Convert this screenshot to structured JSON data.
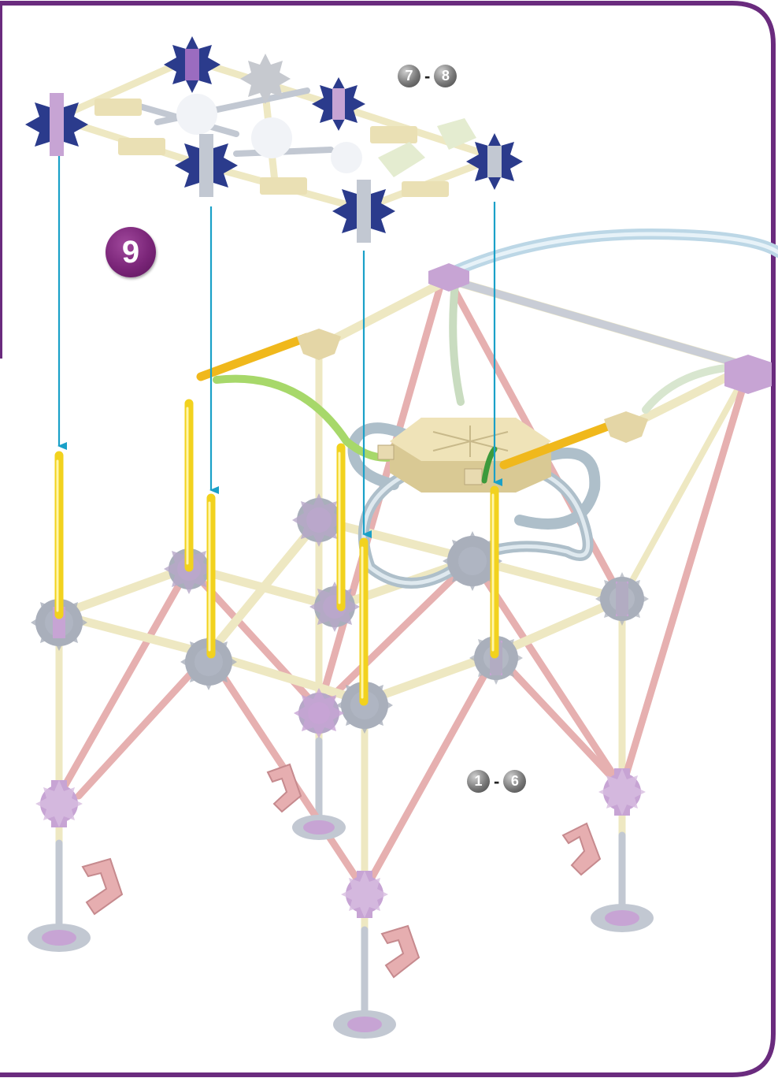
{
  "step": {
    "number": "9"
  },
  "ref_top": {
    "from": "7",
    "to": "8",
    "separator": "-"
  },
  "ref_bottom": {
    "from": "1",
    "to": "6",
    "separator": "-"
  },
  "colors": {
    "frame": "#6a2b7e",
    "step_badge": "#7a2578",
    "arrow": "#1aa0c8",
    "rod_yellow": "#f2d21e",
    "rod_cream": "#eee8c2",
    "rod_pink": "#e6b0b0",
    "rod_grey": "#c2c8d2",
    "connector_grey": "#a9afbb",
    "connector_purple": "#c7a4d4",
    "connector_navy": "#2b3b8c",
    "hub_tan": "#e4d6a6",
    "tube_blue": "#bcd7e6",
    "tube_green": "#a7d86a"
  }
}
